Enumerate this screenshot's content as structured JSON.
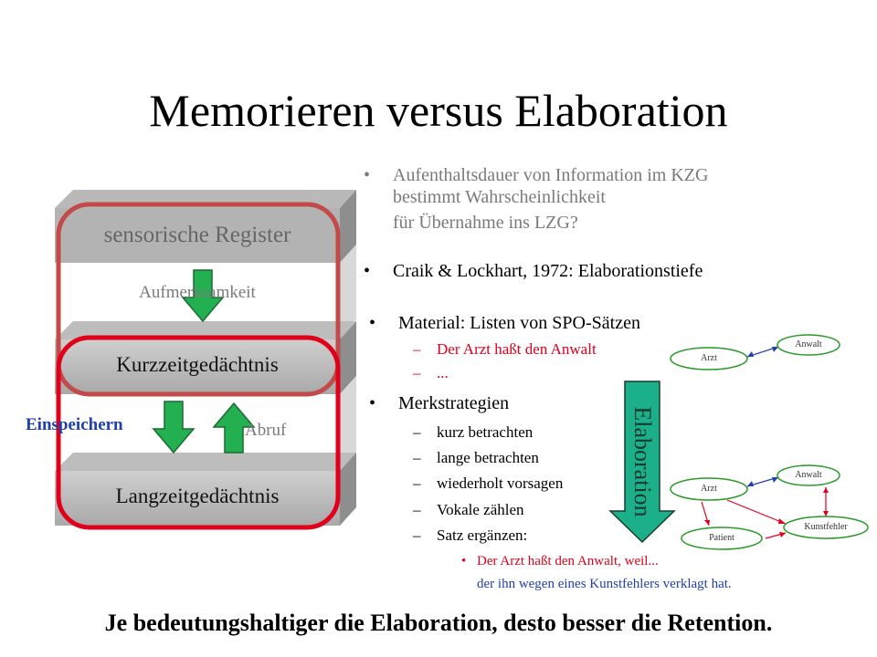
{
  "title": "Memorieren versus Elaboration",
  "memory_model": {
    "sensory": "sensorische  Register",
    "attention": "Aufmerksamkeit",
    "short_term": "Kurzzeitgedächtnis",
    "long_term": "Langzeitgedächtnis",
    "encode": "Einspeichern",
    "retrieve": "Abruf"
  },
  "bullets": {
    "b1_line1": "Aufenthaltsdauer von Information im KZG",
    "b1_line2": "bestimmt Wahrscheinlichkeit",
    "b1_line3": "für Übernahme ins LZG?",
    "b2": "Craik & Lockhart, 1972: Elaborationstiefe",
    "b3": "Material: Listen von SPO-Sätzen",
    "b3_sub1": "Der Arzt haßt den Anwalt",
    "b3_sub2": "...",
    "b4": "Merkstrategien",
    "b4_subs": [
      "kurz betrachten",
      "lange betrachten",
      "wiederholt vorsagen",
      "Vokale zählen",
      "Satz ergänzen:"
    ],
    "example_red": "Der Arzt haßt den Anwalt, weil...",
    "example_blue": "der ihn wegen eines Kunstfehlers verklagt hat."
  },
  "elaboration_label": "Elaboration",
  "network_small": {
    "a": "Arzt",
    "b": "Anwalt"
  },
  "network_large": {
    "a": "Arzt",
    "b": "Anwalt",
    "c": "Patient",
    "d": "Kunstfehler"
  },
  "conclusion": "Je bedeutungshaltiger die Elaboration, desto besser die Retention.",
  "colors": {
    "red": "#e0001a",
    "blue": "#1f3fb0",
    "green": "#22b050",
    "teal": "#1bb08a",
    "grey": "#7a7a7a",
    "ring": "#c24a4a"
  }
}
